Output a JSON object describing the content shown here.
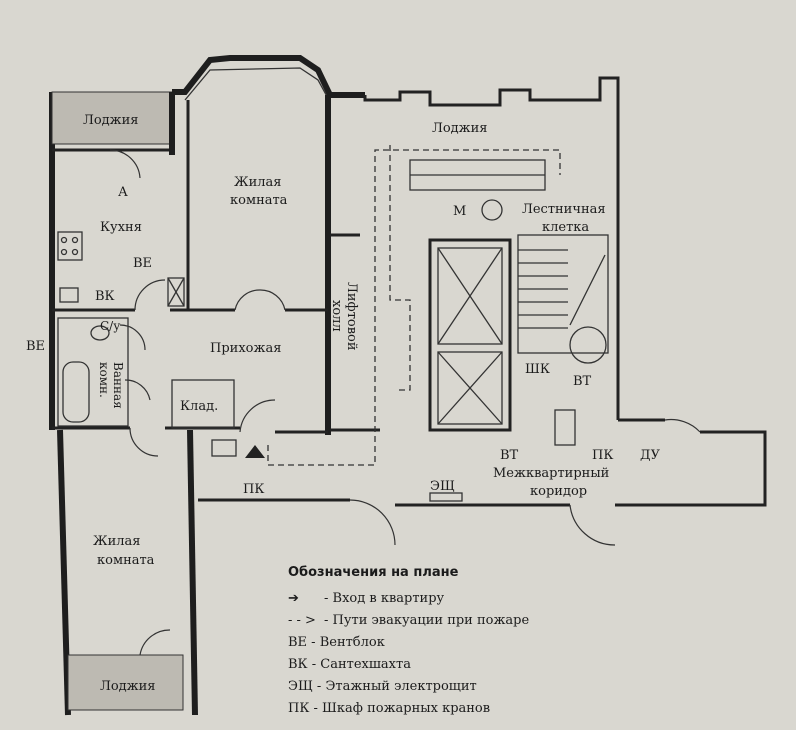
{
  "rooms": {
    "loggia_top_left": "Лоджия",
    "loggia_top_right": "Лоджия",
    "loggia_bottom": "Лоджия",
    "kitchen": "Кухня",
    "living_top_line1": "Жилая",
    "living_top_line2": "комната",
    "living_bottom_line1": "Жилая",
    "living_bottom_line2": "комната",
    "hallway": "Прихожая",
    "storage": "Клад.",
    "bathroom_line1": "Ванная",
    "bathroom_line2": "комн.",
    "lift_hall_line1": "Лифтовой",
    "lift_hall_line2": "холл",
    "stairwell_line1": "Лестничная",
    "stairwell_line2": "клетка",
    "corridor_line1": "Межквартирный",
    "corridor_line2": "коридор"
  },
  "marks": {
    "a": "А",
    "ve_kitchen": "ВЕ",
    "vk": "ВК",
    "ve_left": "ВЕ",
    "su": "С/у",
    "m": "М",
    "pk_bottom": "ПК",
    "shk": "ШК",
    "vt_top": "ВТ",
    "vt_bottom": "ВТ",
    "pk_right": "ПК",
    "du": "ДУ",
    "eshch": "ЭЩ"
  },
  "legend": {
    "title": "Обозначения на плане",
    "entrance": "- Вход в квартиру",
    "evacuation": "- Пути эвакуации при пожаре",
    "items": [
      "ВЕ - Вентблок",
      "ВК - Сантехшахта",
      "ЭЩ - Этажный электрощит",
      "ПК - Шкаф пожарных кранов"
    ]
  }
}
